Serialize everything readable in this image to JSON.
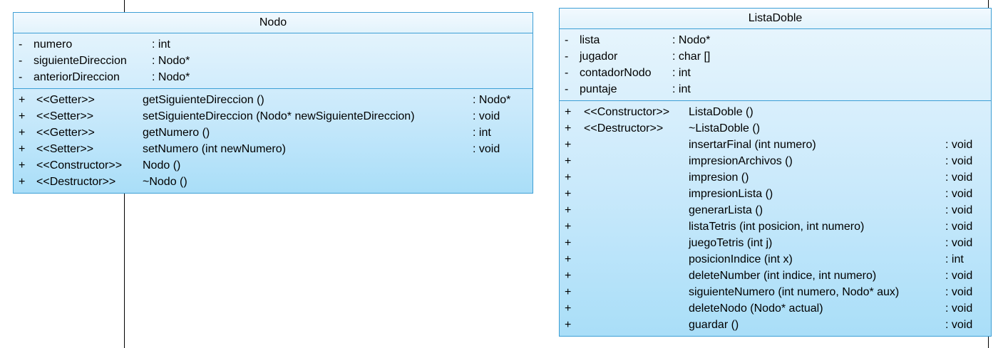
{
  "classes": [
    {
      "name": "Nodo",
      "attributes": [
        {
          "vis": "-",
          "name": "numero",
          "type": ": int"
        },
        {
          "vis": "-",
          "name": "siguienteDireccion",
          "type": ": Nodo*"
        },
        {
          "vis": "-",
          "name": "anteriorDireccion",
          "type": ": Nodo*"
        }
      ],
      "methods": [
        {
          "vis": "+",
          "stereo": "<<Getter>>",
          "sig": "getSiguienteDireccion ()",
          "ret": ": Nodo*"
        },
        {
          "vis": "+",
          "stereo": "<<Setter>>",
          "sig": "setSiguienteDireccion (Nodo* newSiguienteDireccion)",
          "ret": ": void"
        },
        {
          "vis": "+",
          "stereo": "<<Getter>>",
          "sig": "getNumero ()",
          "ret": ": int"
        },
        {
          "vis": "+",
          "stereo": "<<Setter>>",
          "sig": "setNumero (int newNumero)",
          "ret": ": void"
        },
        {
          "vis": "+",
          "stereo": "<<Constructor>>",
          "sig": "Nodo ()",
          "ret": ""
        },
        {
          "vis": "+",
          "stereo": "<<Destructor>>",
          "sig": "~Nodo ()",
          "ret": ""
        }
      ]
    },
    {
      "name": "ListaDoble",
      "attributes": [
        {
          "vis": "-",
          "name": "lista",
          "type": ": Nodo*"
        },
        {
          "vis": "-",
          "name": "jugador",
          "type": ": char []"
        },
        {
          "vis": "-",
          "name": "contadorNodo",
          "type": ": int"
        },
        {
          "vis": "-",
          "name": "puntaje",
          "type": ": int"
        }
      ],
      "methods": [
        {
          "vis": "+",
          "stereo": "<<Constructor>>",
          "sig": "ListaDoble ()",
          "ret": ""
        },
        {
          "vis": "+",
          "stereo": "<<Destructor>>",
          "sig": "~ListaDoble ()",
          "ret": ""
        },
        {
          "vis": "+",
          "stereo": "",
          "sig": "insertarFinal (int numero)",
          "ret": ": void"
        },
        {
          "vis": "+",
          "stereo": "",
          "sig": "impresionArchivos ()",
          "ret": ": void"
        },
        {
          "vis": "+",
          "stereo": "",
          "sig": "impresion ()",
          "ret": ": void"
        },
        {
          "vis": "+",
          "stereo": "",
          "sig": "impresionLista ()",
          "ret": ": void"
        },
        {
          "vis": "+",
          "stereo": "",
          "sig": "generarLista ()",
          "ret": ": void"
        },
        {
          "vis": "+",
          "stereo": "",
          "sig": "listaTetris (int posicion, int numero)",
          "ret": ": void"
        },
        {
          "vis": "+",
          "stereo": "",
          "sig": "juegoTetris (int j)",
          "ret": ": void"
        },
        {
          "vis": "+",
          "stereo": "",
          "sig": "posicionIndice (int x)",
          "ret": ": int"
        },
        {
          "vis": "+",
          "stereo": "",
          "sig": "deleteNumber (int indice, int numero)",
          "ret": ": void"
        },
        {
          "vis": "+",
          "stereo": "",
          "sig": "siguienteNumero (int numero, Nodo* aux)",
          "ret": ": void"
        },
        {
          "vis": "+",
          "stereo": "",
          "sig": "deleteNodo (Nodo* actual)",
          "ret": ": void"
        },
        {
          "vis": "+",
          "stereo": "",
          "sig": "guardar ()",
          "ret": ": void"
        }
      ]
    }
  ]
}
